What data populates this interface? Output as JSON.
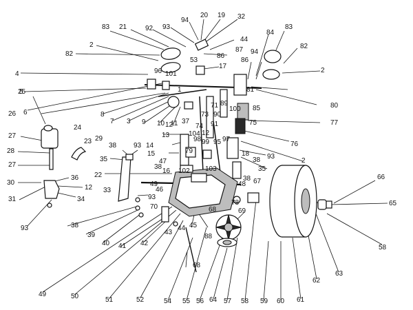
{
  "labels": [
    {
      "id": "l20",
      "text": "20"
    },
    {
      "id": "l19",
      "text": "19"
    },
    {
      "id": "l32",
      "text": "32"
    },
    {
      "id": "l94a",
      "text": "94"
    },
    {
      "id": "l93a",
      "text": "93"
    },
    {
      "id": "l92",
      "text": "92"
    },
    {
      "id": "l21",
      "text": "21"
    },
    {
      "id": "l83a",
      "text": "83"
    },
    {
      "id": "l44a",
      "text": "44"
    },
    {
      "id": "l84",
      "text": "84"
    },
    {
      "id": "l83b",
      "text": "83"
    },
    {
      "id": "l82b",
      "text": "82"
    },
    {
      "id": "l2a",
      "text": "2"
    },
    {
      "id": "l82a",
      "text": "82"
    },
    {
      "id": "l53",
      "text": "53"
    },
    {
      "id": "l86a",
      "text": "86"
    },
    {
      "id": "l87",
      "text": "87"
    },
    {
      "id": "l94b",
      "text": "94"
    },
    {
      "id": "l2b",
      "text": "2"
    },
    {
      "id": "l17",
      "text": "17"
    },
    {
      "id": "l86b",
      "text": "86"
    },
    {
      "id": "l4",
      "text": "4"
    },
    {
      "id": "l96",
      "text": "96"
    },
    {
      "id": "l101",
      "text": "101"
    },
    {
      "id": "l5",
      "text": "5"
    },
    {
      "id": "l1",
      "text": "1"
    },
    {
      "id": "l81",
      "text": "81"
    },
    {
      "id": "l80",
      "text": "80"
    },
    {
      "id": "l25",
      "text": "25"
    },
    {
      "id": "l6",
      "text": "6"
    },
    {
      "id": "l8",
      "text": "8"
    },
    {
      "id": "l7",
      "text": "7"
    },
    {
      "id": "l71",
      "text": "71"
    },
    {
      "id": "l89",
      "text": "89"
    },
    {
      "id": "l100",
      "text": "100"
    },
    {
      "id": "l85",
      "text": "85"
    },
    {
      "id": "l3",
      "text": "3"
    },
    {
      "id": "l9",
      "text": "9"
    },
    {
      "id": "l73",
      "text": "73"
    },
    {
      "id": "l90",
      "text": "90"
    },
    {
      "id": "l26",
      "text": "26"
    },
    {
      "id": "l10",
      "text": "10"
    },
    {
      "id": "l11",
      "text": "11"
    },
    {
      "id": "l37",
      "text": "37"
    },
    {
      "id": "l91",
      "text": "91"
    },
    {
      "id": "l75",
      "text": "75"
    },
    {
      "id": "l77",
      "text": "77"
    },
    {
      "id": "l12a",
      "text": "12"
    },
    {
      "id": "l74",
      "text": "74"
    },
    {
      "id": "l12b",
      "text": "12"
    },
    {
      "id": "l24",
      "text": "24"
    },
    {
      "id": "l27a",
      "text": "27"
    },
    {
      "id": "l23",
      "text": "23"
    },
    {
      "id": "l13",
      "text": "13"
    },
    {
      "id": "l104",
      "text": "104"
    },
    {
      "id": "l29",
      "text": "29"
    },
    {
      "id": "l98",
      "text": "98"
    },
    {
      "id": "l99",
      "text": "99"
    },
    {
      "id": "l95",
      "text": "95"
    },
    {
      "id": "l97",
      "text": "97"
    },
    {
      "id": "l76",
      "text": "76"
    },
    {
      "id": "l38a",
      "text": "38"
    },
    {
      "id": "l93b",
      "text": "93"
    },
    {
      "id": "l14",
      "text": "14"
    },
    {
      "id": "l28",
      "text": "28"
    },
    {
      "id": "l79",
      "text": "79"
    },
    {
      "id": "l18",
      "text": "18"
    },
    {
      "id": "l93c",
      "text": "93"
    },
    {
      "id": "l15",
      "text": "15"
    },
    {
      "id": "l2c",
      "text": "2"
    },
    {
      "id": "l35a",
      "text": "35"
    },
    {
      "id": "l47",
      "text": "47"
    },
    {
      "id": "l38b",
      "text": "38"
    },
    {
      "id": "l27b",
      "text": "27"
    },
    {
      "id": "l38c",
      "text": "38"
    },
    {
      "id": "l16",
      "text": "16"
    },
    {
      "id": "l102",
      "text": "102"
    },
    {
      "id": "l103",
      "text": "103"
    },
    {
      "id": "l35b",
      "text": "35"
    },
    {
      "id": "l22",
      "text": "22"
    },
    {
      "id": "l36",
      "text": "36"
    },
    {
      "id": "l38d",
      "text": "38"
    },
    {
      "id": "l30",
      "text": "30"
    },
    {
      "id": "l49a",
      "text": "49"
    },
    {
      "id": "l46",
      "text": "46"
    },
    {
      "id": "l48",
      "text": "48"
    },
    {
      "id": "l67",
      "text": "67"
    },
    {
      "id": "l12c",
      "text": "12"
    },
    {
      "id": "l33",
      "text": "33"
    },
    {
      "id": "l66",
      "text": "66"
    },
    {
      "id": "l31",
      "text": "31"
    },
    {
      "id": "l34",
      "text": "34"
    },
    {
      "id": "l93d",
      "text": "93"
    },
    {
      "id": "l78",
      "text": "78"
    },
    {
      "id": "l65",
      "text": "65"
    },
    {
      "id": "l38e",
      "text": "38"
    },
    {
      "id": "l70",
      "text": "70"
    },
    {
      "id": "l68a",
      "text": "68"
    },
    {
      "id": "l69",
      "text": "69"
    },
    {
      "id": "l93e",
      "text": "93"
    },
    {
      "id": "l39",
      "text": "39"
    },
    {
      "id": "l43",
      "text": "43"
    },
    {
      "id": "l44b",
      "text": "44"
    },
    {
      "id": "l45",
      "text": "45"
    },
    {
      "id": "l40",
      "text": "40"
    },
    {
      "id": "l41",
      "text": "41"
    },
    {
      "id": "l42",
      "text": "42"
    },
    {
      "id": "l88",
      "text": "88"
    },
    {
      "id": "l58a",
      "text": "58"
    },
    {
      "id": "l68b",
      "text": "68"
    },
    {
      "id": "l63",
      "text": "63"
    },
    {
      "id": "l62",
      "text": "62"
    },
    {
      "id": "l49b",
      "text": "49"
    },
    {
      "id": "l50",
      "text": "50"
    },
    {
      "id": "l51",
      "text": "51"
    },
    {
      "id": "l52",
      "text": "52"
    },
    {
      "id": "l54",
      "text": "54"
    },
    {
      "id": "l55",
      "text": "55"
    },
    {
      "id": "l56",
      "text": "56"
    },
    {
      "id": "l64",
      "text": "64"
    },
    {
      "id": "l57",
      "text": "57"
    },
    {
      "id": "l58b",
      "text": "58"
    },
    {
      "id": "l59",
      "text": "59"
    },
    {
      "id": "l60",
      "text": "60"
    },
    {
      "id": "l61",
      "text": "61"
    }
  ]
}
